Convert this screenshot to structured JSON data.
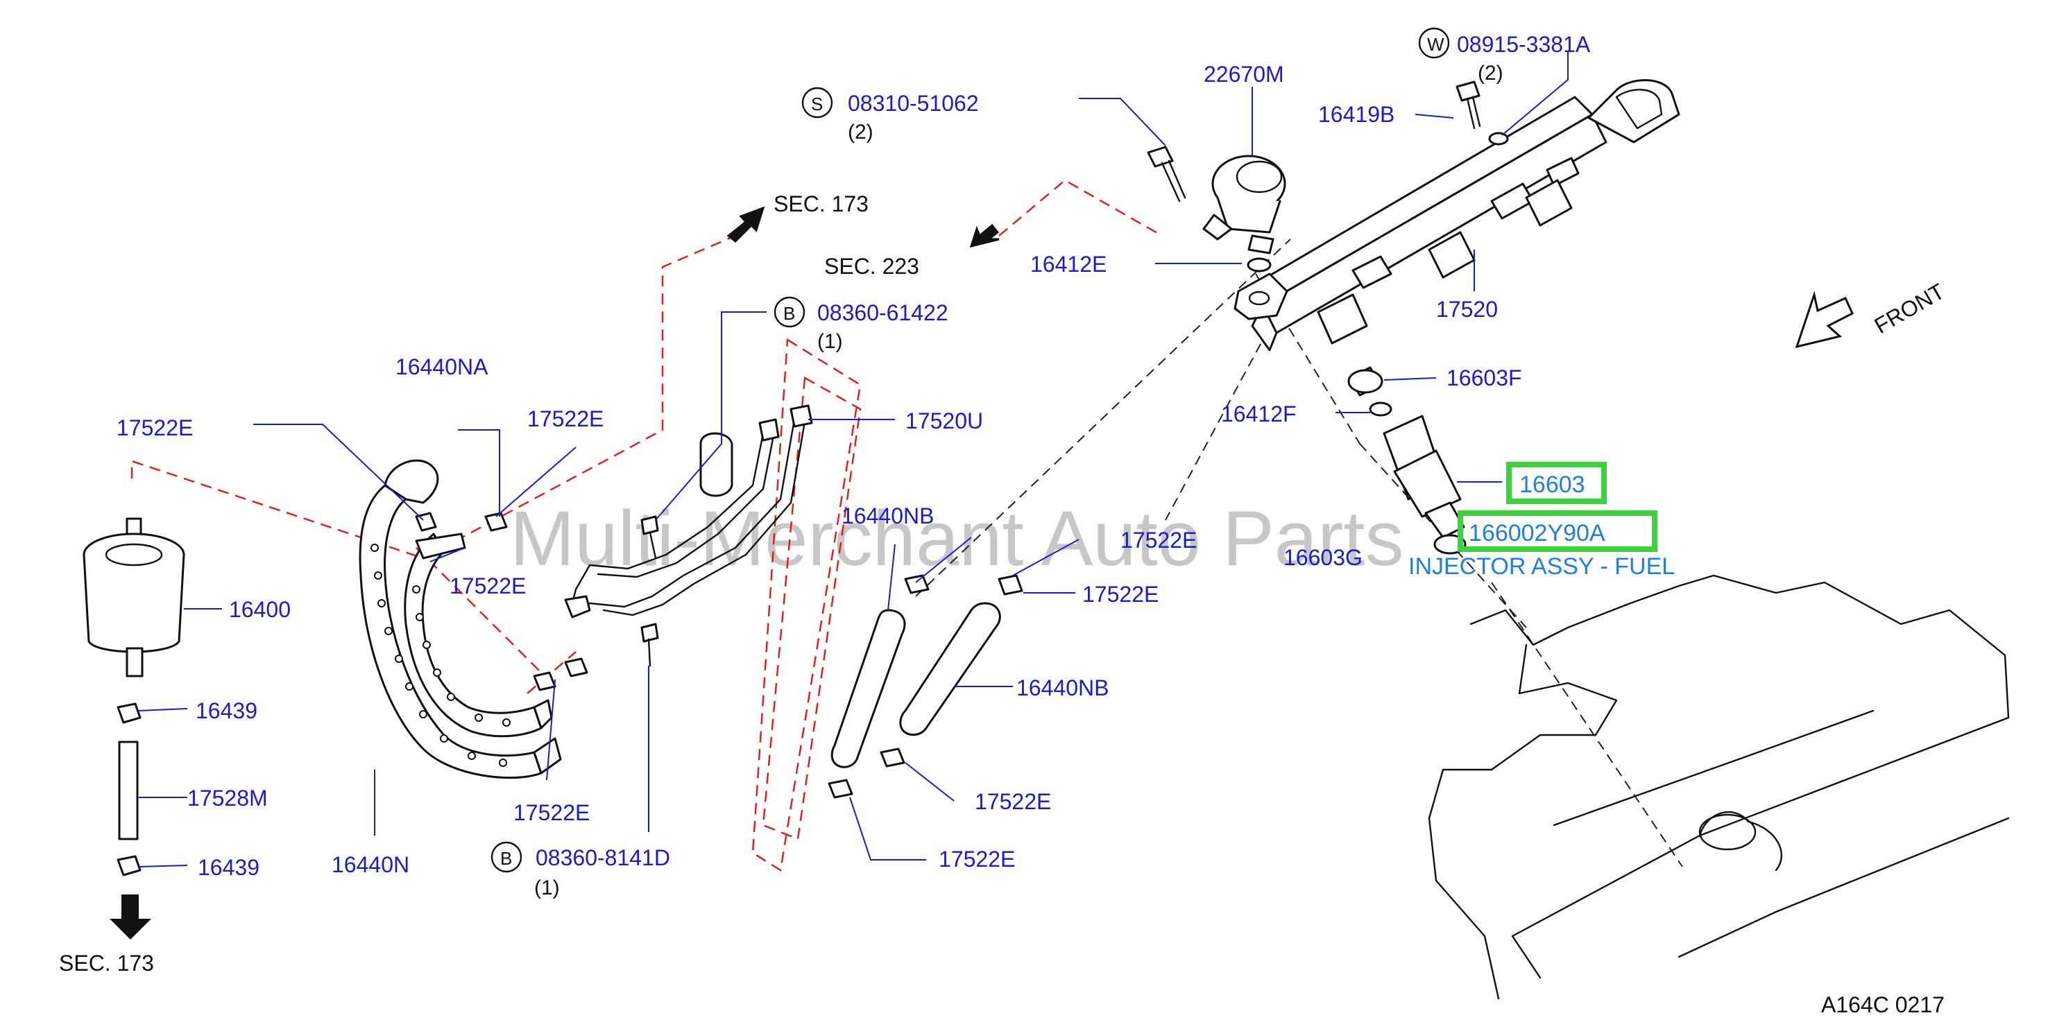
{
  "watermark": "Multi-Merchant Auto Parts",
  "diagram_code": "A164C  0217",
  "front_label": "FRONT",
  "sections": {
    "sec173_top": "SEC.  173",
    "sec223": "SEC.  223",
    "sec173_bottom": "SEC.  173"
  },
  "parts": {
    "p22670M": "22670M",
    "p0891533381A": "08915-3381A",
    "p0891533381A_prefix": "W",
    "p0891533381A_qty": "(2)",
    "p0831051062": "08310-51062",
    "p0831051062_prefix": "S",
    "p0831051062_qty": "(2)",
    "p16419B": "16419B",
    "p16412E": "16412E",
    "p17520": "17520",
    "p16603F": "16603F",
    "p16412F": "16412F",
    "p16603": "16603",
    "p166002Y90A": "166002Y90A",
    "injector_desc": "INJECTOR ASSY - FUEL",
    "p16603G": "16603G",
    "p0836061422": "08360-61422",
    "p0836061422_prefix": "B",
    "p0836061422_qty": "(1)",
    "p17520U": "17520U",
    "p16440NA": "16440NA",
    "p17522E_a": "17522E",
    "p17522E_b": "17522E",
    "p17522E_c": "17522E",
    "p17522E_d": "17522E",
    "p17522E_e": "17522E",
    "p17522E_f": "17522E",
    "p17522E_g": "17522E",
    "p17522E_h": "17522E",
    "p16440NB_a": "16440NB",
    "p16440NB_b": "16440NB",
    "p16400": "16400",
    "p16439_a": "16439",
    "p16439_b": "16439",
    "p17528M": "17528M",
    "p16440N": "16440N",
    "p083608141D": "08360-8141D",
    "p083608141D_prefix": "B",
    "p083608141D_qty": "(1)"
  },
  "colors": {
    "part_number": "#1a1ad0",
    "selected_part": "#1f7fe0",
    "highlight": "#3ed13e",
    "section_line": "#e81818"
  }
}
